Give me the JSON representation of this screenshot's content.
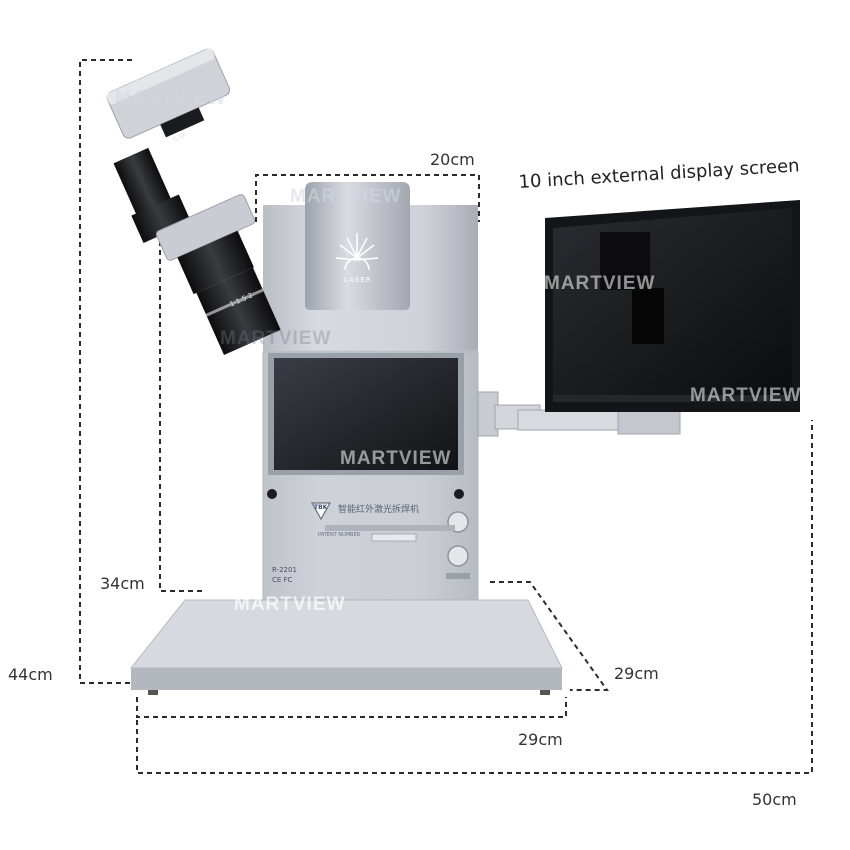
{
  "dimensions": {
    "top_width": "20cm",
    "display_caption": "10 inch external display screen",
    "arm_height": "34cm",
    "total_height": "44cm",
    "base_depth": "29cm",
    "base_width": "29cm",
    "total_width": "50cm"
  },
  "watermark": "MARTVIEW",
  "device": {
    "laser_label": "LASER",
    "brand_badge": "TBK",
    "title_cn": "智能红外激光拆焊机",
    "model": "R-2201",
    "cert": "CE FC",
    "patent": "PATENT NUMBER",
    "lens_top": "0.5X",
    "lens_scale": "1  1.5  2"
  },
  "colors": {
    "aluminum": "#c9ccd2",
    "dark_metal": "#1c1d20",
    "dimension_line": "#2b2b2b"
  }
}
